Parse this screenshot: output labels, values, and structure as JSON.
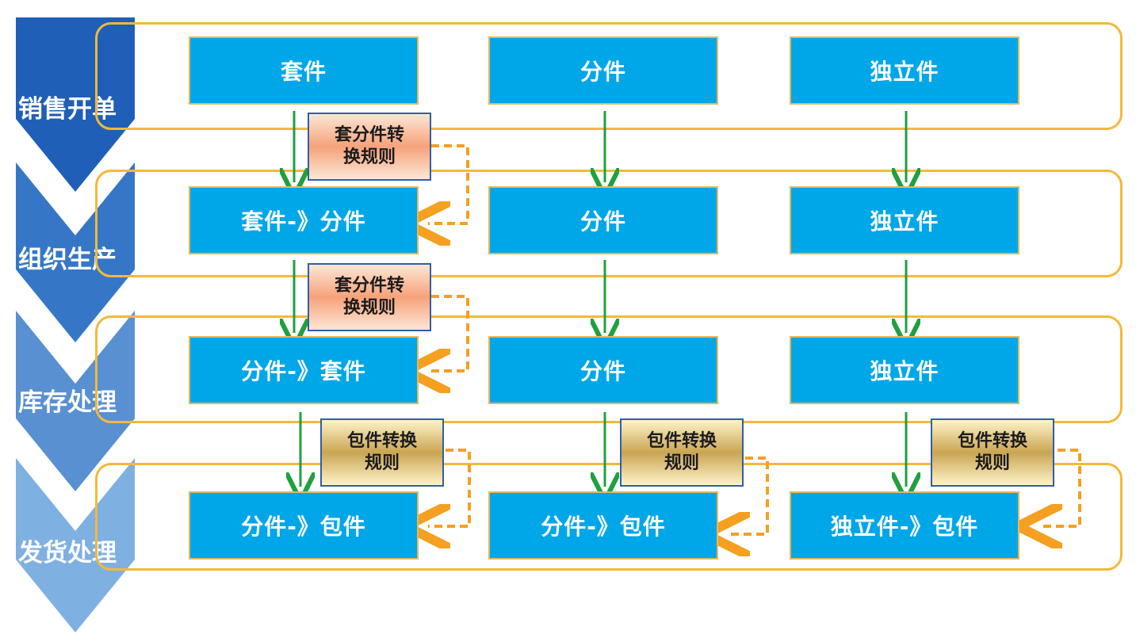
{
  "colors": {
    "lane_border": "#f2b93b",
    "box_fill": "#00a7e8",
    "green_arrow": "#20a040",
    "orange_dashed": "#f5a020",
    "chevron_shades": [
      "#1f5fb7",
      "#3577c6",
      "#5890d2",
      "#7fb0e2"
    ]
  },
  "stages": [
    "销售开单",
    "组织生产",
    "库存处理",
    "发货处理"
  ],
  "rows": [
    [
      "套件",
      "分件",
      "独立件"
    ],
    [
      "套件-》分件",
      "分件",
      "独立件"
    ],
    [
      "分件-》套件",
      "分件",
      "独立件"
    ],
    [
      "分件-》包件",
      "分件-》包件",
      "独立件-》包件"
    ]
  ],
  "rules": {
    "suite_split_line1": "套分件转",
    "suite_split_line2": "换规则",
    "package_line1": "包件转换",
    "package_line2": "规则"
  }
}
